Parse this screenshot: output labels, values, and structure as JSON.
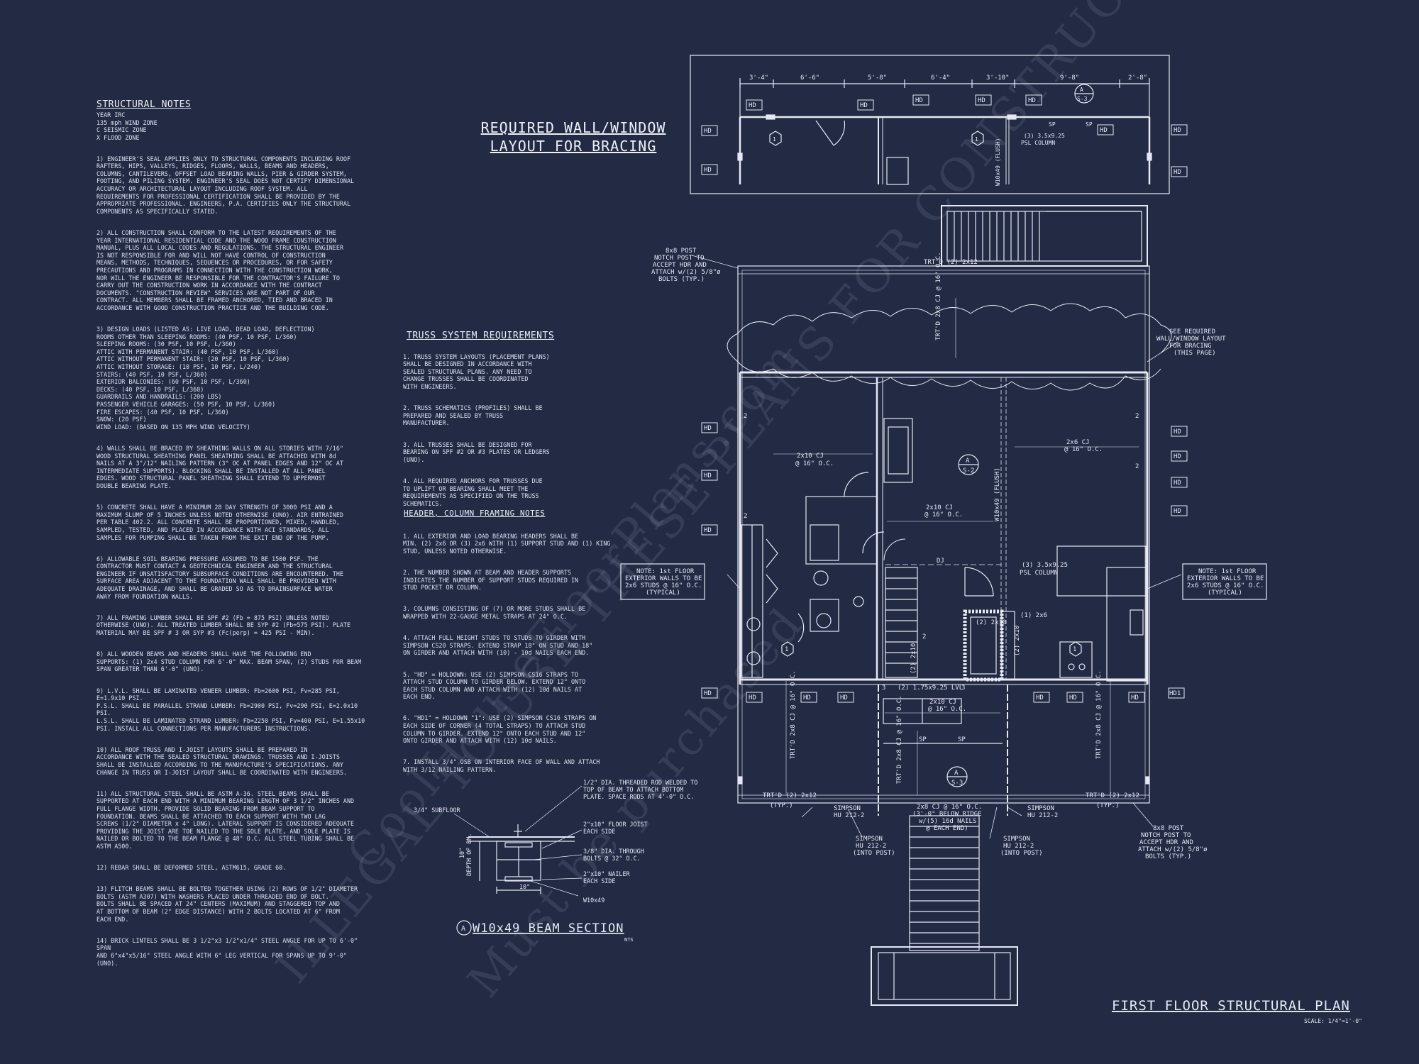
{
  "structural_notes": {
    "title": "STRUCTURAL NOTES",
    "zones": "YEAR IRC\n135 mph WIND ZONE\nC SEISMIC ZONE\nX FLOOD ZONE",
    "notes": [
      "1) ENGINEER'S SEAL APPLIES ONLY TO STRUCTURAL COMPONENTS INCLUDING ROOF\nRAFTERS, HIPS, VALLEYS, RIDGES, FLOORS, WALLS, BEAMS AND HEADERS,\nCOLUMNS, CANTILEVERS, OFFSET LOAD BEARING WALLS, PIER & GIRDER SYSTEM,\nFOOTING, AND PILING SYSTEM. ENGINEER'S SEAL DOES NOT CERTIFY DIMENSIONAL\nACCURACY OR ARCHITECTURAL LAYOUT INCLUDING ROOF SYSTEM. ALL\nREQUIREMENTS FOR PROFESSIONAL CERTIFICATION SHALL BE PROVIDED BY THE\nAPPROPRIATE PROFESSIONAL. ENGINEERS, P.A. CERTIFIES ONLY THE STRUCTURAL\nCOMPONENTS AS SPECIFICALLY STATED.",
      "2) ALL CONSTRUCTION SHALL CONFORM TO THE LATEST REQUIREMENTS OF THE\nYEAR INTERNATIONAL RESIDENTIAL CODE AND THE WOOD FRAME CONSTRUCTION\nMANUAL, PLUS ALL LOCAL CODES AND REGULATIONS. THE STRUCTURAL ENGINEER\nIS NOT RESPONSIBLE FOR AND WILL NOT HAVE CONTROL OF CONSTRUCTION\nMEANS, METHODS, TECHNIQUES, SEQUENCES OR PROCEDURES, OR FOR SAFETY\nPRECAUTIONS AND PROGRAMS IN CONNECTION WITH THE CONSTRUCTION WORK,\nNOR WILL THE ENGINEER BE RESPONSIBLE FOR THE CONTRACTOR'S FAILURE TO\nCARRY OUT THE CONSTRUCTION WORK IN ACCORDANCE WITH THE CONTRACT\nDOCUMENTS. \"CONSTRUCTION REVIEW\" SERVICES ARE NOT PART OF OUR\nCONTRACT. ALL MEMBERS SHALL BE FRAMED ANCHORED, TIED AND BRACED IN\nACCORDANCE WITH GOOD CONSTRUCTION PRACTICE AND THE BUILDING CODE.",
      "3) DESIGN LOADS (LISTED AS: LIVE LOAD, DEAD LOAD, DEFLECTION)\nROOMS OTHER THAN SLEEPING ROOMS: (40 PSF, 10 PSF, L/360)\nSLEEPING ROOMS: (30 PSF, 10 PSF, L/360)\nATTIC WITH PERMANENT STAIR: (40 PSF, 10 PSF, L/360)\nATTIC WITHOUT PERMANENT STAIR: (20 PSF, 10 PSF, L/360)\nATTIC WITHOUT STORAGE: (10 PSF, 10 PSF, L/240)\nSTAIRS: (40 PSF, 10 PSF, L/360)\nEXTERIOR BALCONIES: (60 PSF, 10 PSF, L/360)\nDECKS: (40 PSF, 10 PSF, L/360)\nGUARDRAILS AND HANDRAILS: (200 LBS)\nPASSENGER VEHICLE GARAGES: (50 PSF, 10 PSF, L/360)\nFIRE ESCAPES: (40 PSF, 10 PSF, L/360)\nSNOW: (20 PSF)\nWIND LOAD: (BASED ON 135 MPH WIND VELOCITY)",
      "4) WALLS SHALL BE BRACED BY SHEATHING WALLS ON ALL STORIES WITH 7/16\"\nWOOD STRUCTURAL SHEATHING PANEL SHEATHING SHALL BE ATTACHED WITH 8d\nNAILS AT A 3\"/12\" NAILING PATTERN (3\" OC AT PANEL EDGES AND 12\" OC AT\nINTERMEDIATE SUPPORTS). BLOCKING SHALL BE INSTALLED AT ALL PANEL\nEDGES. WOOD STRUCTURAL PANEL SHEATHING SHALL EXTEND TO UPPERMOST\nDOUBLE BEARING PLATE.",
      "5) CONCRETE SHALL HAVE A MINIMUM 28 DAY STRENGTH OF 3000 PSI AND A\nMAXIMUM SLUMP OF 5 INCHES UNLESS NOTED OTHERWISE (UNO). AIR ENTRAINED\nPER TABLE 402.2. ALL CONCRETE SHALL BE PROPORTIONED, MIXED, HANDLED,\nSAMPLED, TESTED, AND PLACED IN ACCORDANCE WITH ACI STANDARDS, ALL\nSAMPLES FOR PUMPING SHALL BE TAKEN FROM THE EXIT END OF THE PUMP.",
      "6) ALLOWABLE SOIL BEARING PRESSURE ASSUMED TO BE 1500 PSF. THE\nCONTRACTOR MUST CONTACT A GEOTECHNICAL ENGINEER AND THE STRUCTURAL\nENGINEER IF UNSATISFACTORY SUBSURFACE CONDITIONS ARE ENCOUNTERED. THE\nSURFACE AREA ADJACENT TO THE FOUNDATION WALL SHALL BE PROVIDED WITH\nADEQUATE DRAINAGE, AND SHALL BE GRADED SO AS TO DRAINSURFACE WATER\nAWAY FROM FOUNDATION WALLS.",
      "7) ALL FRAMING LUMBER SHALL BE SPF #2 (Fb = 875 PSI) UNLESS NOTED\nOTHERWISE (UNO). ALL TREATED LUMBER SHALL BE SYP #2 (Fb=575 PSI). PLATE\nMATERIAL MAY BE SPF # 3 OR SYP #3 (Fc(perp) = 425 PSI - MIN).",
      "8) ALL WOODEN BEAMS AND HEADERS SHALL HAVE THE FOLLOWING END\nSUPPORTS: (1) 2x4 STUD COLUMN FOR 6'-0\" MAX. BEAM SPAN, (2) STUDS FOR BEAM\nSPAN GREATER THAN 6'-0\" (UNO).",
      "9) L.V.L. SHALL BE LAMINATED VENEER LUMBER: Fb=2600 PSI, Fv=285 PSI,\nE=1.9x10 PSI.\nP.S.L. SHALL BE PARALLEL STRAND LUMBER: Fb=2900 PSI, Fv=290 PSI, E=2.0x10\nPSI.\nL.S.L. SHALL BE LAMINATED STRAND LUMBER: Fb=2250 PSI, Fv=400 PSI, E=1.55x10\nPSI. INSTALL ALL CONNECTIONS PER MANUFACTURERS INSTRUCTIONS.",
      "10) ALL ROOF TRUSS AND I-JOIST LAYOUTS SHALL BE PREPARED IN\nACCORDANCE WITH THE SEALED STRUCTURAL DRAWINGS. TRUSSES AND I-JOISTS\nSHALL BE INSTALLED ACCORDING TO THE MANUFACTURE'S SPECIFICATIONS. ANY\nCHANGE IN TRUSS OR I-JOIST LAYOUT SHALL BE COORDINATED WITH ENGINEERS.",
      "11) ALL STRUCTURAL STEEL SHALL BE ASTM A-36. STEEL BEAMS SHALL BE\nSUPPORTED AT EACH END WITH A MINIMUM BEARING LENGTH OF 3 1/2\" INCHES AND\nFULL FLANGE WIDTH. PROVIDE SOLID BEARING FROM BEAM SUPPORT TO\nFOUNDATION. BEAMS SHALL BE ATTACHED TO EACH SUPPORT WITH TWO LAG\nSCREWS (1/2\" DIAMETER x 4\" LONG). LATERAL SUPPORT IS CONSIDERED ADEQUATE\nPROVIDING THE JOIST ARE TOE NAILED TO THE SOLE PLATE, AND SOLE PLATE IS\nNAILED OR BOLTED TO THE BEAM FLANGE @ 48\" O.C. ALL STEEL TUBING SHALL BE\nASTM A500.",
      "12) REBAR SHALL BE DEFORMED STEEL, ASTM615, GRADE 60.",
      "13) FLITCH BEAMS SHALL BE BOLTED TOGETHER USING (2) ROWS OF 1/2\" DIAMETER\nBOLTS (ASTM A307) WITH WASHERS PLACED UNDER THREADED END OF BOLT.\nBOLTS SHALL BE SPACED AT 24\" CENTERS (MAXIMUM) AND STAGGERED TOP AND\nAT BOTTOM OF BEAM (2\" EDGE DISTANCE) WITH 2 BOLTS LOCATED AT 6\" FROM\nEACH END.",
      "14) BRICK LINTELS SHALL BE 3 1/2\"x3 1/2\"x1/4\" STEEL ANGLE FOR UP TO 6'-0\" SPAN\nAND 6\"x4\"x5/16\" STEEL ANGLE WITH 6\" LEG VERTICAL FOR SPANS UP TO 9'-0\"\n(UNO)."
    ]
  },
  "truss_notes": {
    "title": "TRUSS SYSTEM REQUIREMENTS",
    "notes": [
      "1. TRUSS SYSTEM LAYOUTS (PLACEMENT PLANS)\nSHALL BE DESIGNED IN ACCORDANCE WITH\nSEALED STRUCTURAL PLANS. ANY NEED TO\nCHANGE TRUSSES SHALL BE COORDINATED\nWITH ENGINEERS.",
      "2. TRUSS SCHEMATICS (PROFILES) SHALL BE\nPREPARED AND SEALED BY TRUSS\nMANUFACTURER.",
      "3. ALL TRUSSES SHALL BE DESIGNED FOR\nBEARING ON SPF #2 OR #3 PLATES OR LEDGERS\n(UNO).",
      "4. ALL REQUIRED ANCHORS FOR TRUSSES DUE\nTO UPLIFT OR BEARING SHALL MEET THE\nREQUIREMENTS AS SPECIFIED ON THE TRUSS\nSCHEMATICS."
    ]
  },
  "header_notes": {
    "title": "HEADER, COLUMN FRAMING NOTES",
    "notes": [
      "1. ALL EXTERIOR AND LOAD BEARING HEADERS SHALL BE\nMIN. (2) 2x6 OR (3) 2x6 WITH (1) SUPPORT STUD AND (1) KING\nSTUD, UNLESS NOTED OTHERWISE.",
      "2. THE NUMBER SHOWN AT BEAM AND HEADER SUPPORTS\nINDICATES THE NUMBER OF SUPPORT STUDS REQUIRED IN\nSTUD POCKET OR COLUMN.",
      "3. COLUMNS CONSISTING OF (7) OR MORE STUDS SHALL BE\nWRAPPED WITH 22-GAUGE METAL STRAPS AT 24\" O.C.",
      "4. ATTACH FULL HEIGHT STUDS TO STUDS TO GIRDER WITH\nSIMPSON CS20 STRAPS. EXTEND STRAP 18\" ON STUD AND 18\"\nON GIRDER AND ATTACH WITH (10) - 10d NAILS EACH END.",
      "5. \"HD\" = HOLDOWN: USE (2) SIMPSON CS16 STRAPS TO\nATTACH STUD COLUMN TO GIRDER BELOW. EXTEND 12\" ONTO\nEACH STUD COLUMN AND ATTACH WITH (12) 10d NAILS AT\nEACH END.",
      "6. \"HD1\" = HOLDOWN \"1\": USE (2) SIMPSON CS16 STRAPS ON\nEACH SIDE OF CORNER (4 TOTAL STRAPS) TO ATTACH STUD\nCOLUMN TO GIRDER. EXTEND 12\" ONTO EACH STUD AND 12\"\nONTO GIRDER AND ATTACH WITH (12) 10d NAILS.",
      "7. INSTALL 3/4\" OSB ON INTERIOR FACE OF WALL AND ATTACH\nWITH 3/12 NAILING PATTERN."
    ]
  },
  "bracing": {
    "title_l1": "REQUIRED WALL/WINDOW",
    "title_l2": "LAYOUT FOR BRACING",
    "dims": [
      "3'-4\"",
      "6'-6\"",
      "5'-8\"",
      "6'-4\"",
      "3'-10\"",
      "9'-8\"",
      "2'-8\""
    ],
    "col_note": "(3) 3.5x9.25",
    "col_note2": "PSL COLUMN",
    "beam": "W10x49 (FLUSH)",
    "sp": "SP",
    "sect_a": "A",
    "sect_b": "S-3"
  },
  "beam_section": {
    "title": "W10x49 BEAM SECTION",
    "mark": "A",
    "nts": "NTS",
    "subfloor": "3/4\" SUBFLOOR",
    "rod": "1/2\" DIA. THREADED ROD WELDED TO\nTOP OF BEAM TO ATTACH BOTTOM\nPLATE. SPACE RODS AT 4'-0\" O.C.",
    "joist": "2\"x10\" FLOOR JOIST\nEACH SIDE",
    "bolts": "3/8\" DIA. THROUGH\nBOLTS @ 32\" O.C.",
    "nailer": "2\"x10\" NAILER\nEACH SIDE",
    "w": "W10x49",
    "depth": "DEPTH OF BM.",
    "dim10a": "10\"",
    "dim10b": "10\""
  },
  "plan": {
    "title": "FIRST FLOOR STRUCTURAL PLAN",
    "scale": "SCALE: 1/4\"=1'-0\"",
    "trtd": "TRT'D (2) 2x12",
    "trtd_short": "TRT'D (2) 2x12",
    "typ": "(TYP.)",
    "post_note_l1": "8x8 POST",
    "post_note_l2": "NOTCH POST TO",
    "post_note_l3": "ACCEPT HDR AND",
    "post_note_l4": "ATTACH w/(2) 5/8\"ø",
    "post_note_l5": "BOLTS (TYP.)",
    "see_l1": "SEE REQUIRED",
    "see_l2": "WALL/WINDOW LAYOUT",
    "see_l3": "FOR BRACING",
    "see_l4": "(THIS PAGE)",
    "note_l1": "NOTE: 1st FLOOR",
    "note_l2": "EXTERIOR WALLS TO BE",
    "note_l3": "2x6 STUDS @ 16\" O.C.",
    "note_l4": "(TYPICAL)",
    "cj_a": "2x10 CJ",
    "cj_a2": "@ 16\" O.C.",
    "cj_b": "2x6 CJ",
    "cj_b2": "@ 16\" O.C.",
    "cj_c": "2x10 CJ",
    "cj_c2": "@ 16\" O.C.",
    "cj_d": "2x10 CJ",
    "cj_d2": "@ 16\" O.C.",
    "v1": "TRT'D 2x8 CJ @ 16\" O.C.",
    "v2": "TRT'D 2x8 CJ @ 16\" O.C.",
    "v3": "TRT'D 2x8 CJ @ 16\" O.C.",
    "v4": "TRT'D 2x8 CJ @ 16\" O.C.",
    "beam_v": "W10x49 (FLUSH)",
    "psl": "(3) 3.5x9.25",
    "psl2": "PSL COLUMN",
    "dj": "DJ",
    "lvl": "(2) 1.75x9.25 LVL",
    "lvl_v": "(2) 2x10",
    "hdr": "(2) 2x10",
    "hdr_v": "(2) 2x10",
    "one_2x6": "(1) 2x6",
    "sp": "SP",
    "simp_a1": "SIMPSON",
    "simp_a2": "HU 212-2",
    "simp_b1": "SIMPSON",
    "simp_b2": "HU 212-2",
    "simp_c1": "SIMPSON",
    "simp_c2": "HU 212-2",
    "simp_c3": "(INTO POST)",
    "simp_d1": "SIMPSON",
    "simp_d2": "HU 212-2",
    "simp_d3": "(INTO POST)",
    "ridge1": "2x8 CJ @ 16\" O.C.",
    "ridge2": "(3'-0\" BELOW RIDGE",
    "ridge3": "w/(5) 16d NAILS",
    "ridge4": "@ EACH END)",
    "sa_a": "A",
    "sa_b": "S-2",
    "sa_c": "A",
    "sa_d": "S-3",
    "hd": "HD",
    "hd1": "HD1",
    "n1": "1",
    "n2": "2",
    "n3": "3"
  },
  "watermark": {
    "w1": "ILLEGAL TO USE THESE PLANS FOR CONSTRUCTION",
    "w2": "CoolHouseFloorPlans.com",
    "w3": "Must be purchased"
  }
}
